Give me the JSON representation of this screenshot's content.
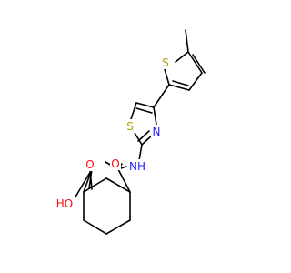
{
  "molecule": {
    "atoms": {
      "s_thiophene": {
        "symbol": "S",
        "color": "#b3a300"
      },
      "s_thiazole": {
        "symbol": "S",
        "color": "#b3a300"
      },
      "n_thiazole": {
        "symbol": "N",
        "color": "#1f1fff"
      },
      "nh_amide": {
        "symbol": "NH",
        "color": "#1f1fff"
      },
      "o_amide": {
        "symbol": "O",
        "color": "#ff0d0d"
      },
      "o_carbonyl_acid": {
        "symbol": "O",
        "color": "#ff0d0d"
      },
      "oh_acid": {
        "symbol": "HO",
        "color": "#ff0d0d"
      }
    },
    "bond_color": "#000000",
    "background": "#ffffff"
  }
}
